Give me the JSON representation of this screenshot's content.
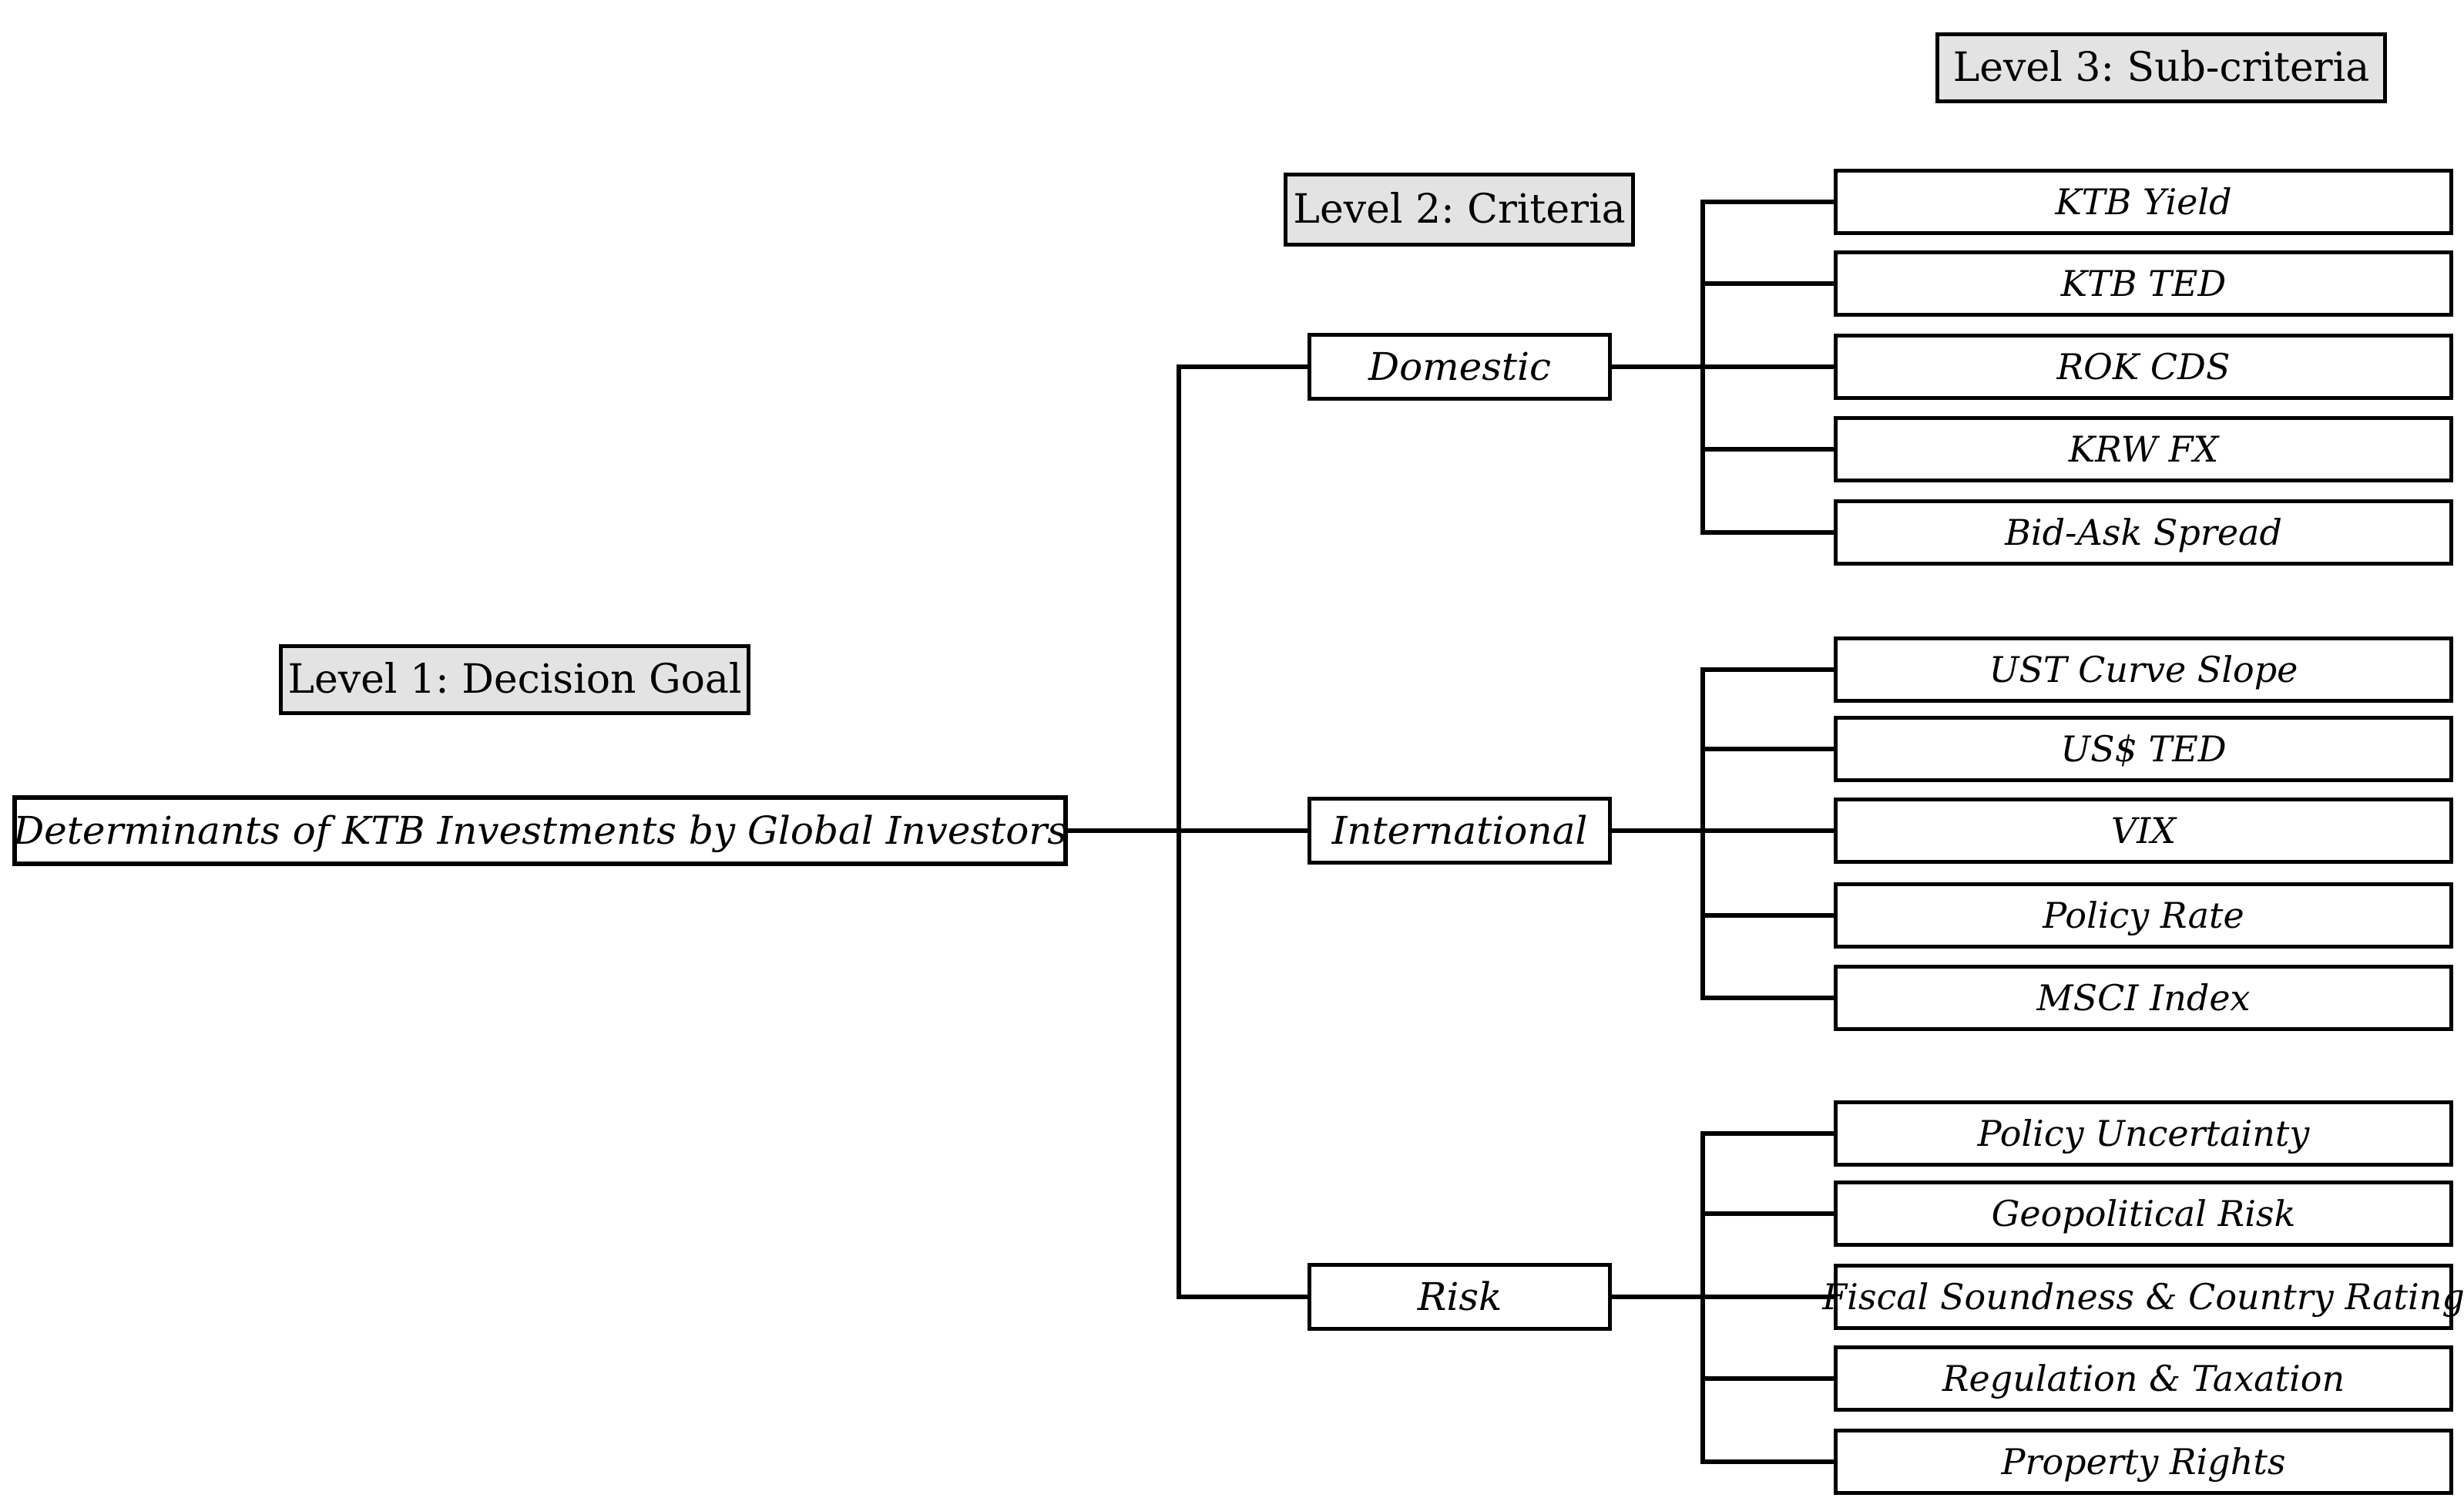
{
  "labels": {
    "level1": "Level 1: Decision Goal",
    "level2": "Level 2: Criteria",
    "level3": "Level 3: Sub-criteria"
  },
  "goal": "Determinants of KTB Investments by Global Investors",
  "criteria": [
    {
      "name": "Domestic",
      "subs": [
        "KTB Yield",
        "KTB TED",
        "ROK CDS",
        "KRW FX",
        "Bid-Ask Spread"
      ]
    },
    {
      "name": "International",
      "subs": [
        "UST Curve Slope",
        "US$ TED",
        "VIX",
        "Policy Rate",
        "MSCI Index"
      ]
    },
    {
      "name": "Risk",
      "subs": [
        "Policy Uncertainty",
        "Geopolitical Risk",
        "Fiscal Soundness & Country Rating",
        "Regulation & Taxation",
        "Property Rights"
      ]
    }
  ],
  "colors": {
    "line": "#000000",
    "label_box_bg": "#e3e3e3",
    "box_bg": "#ffffff",
    "border": "#000000"
  }
}
